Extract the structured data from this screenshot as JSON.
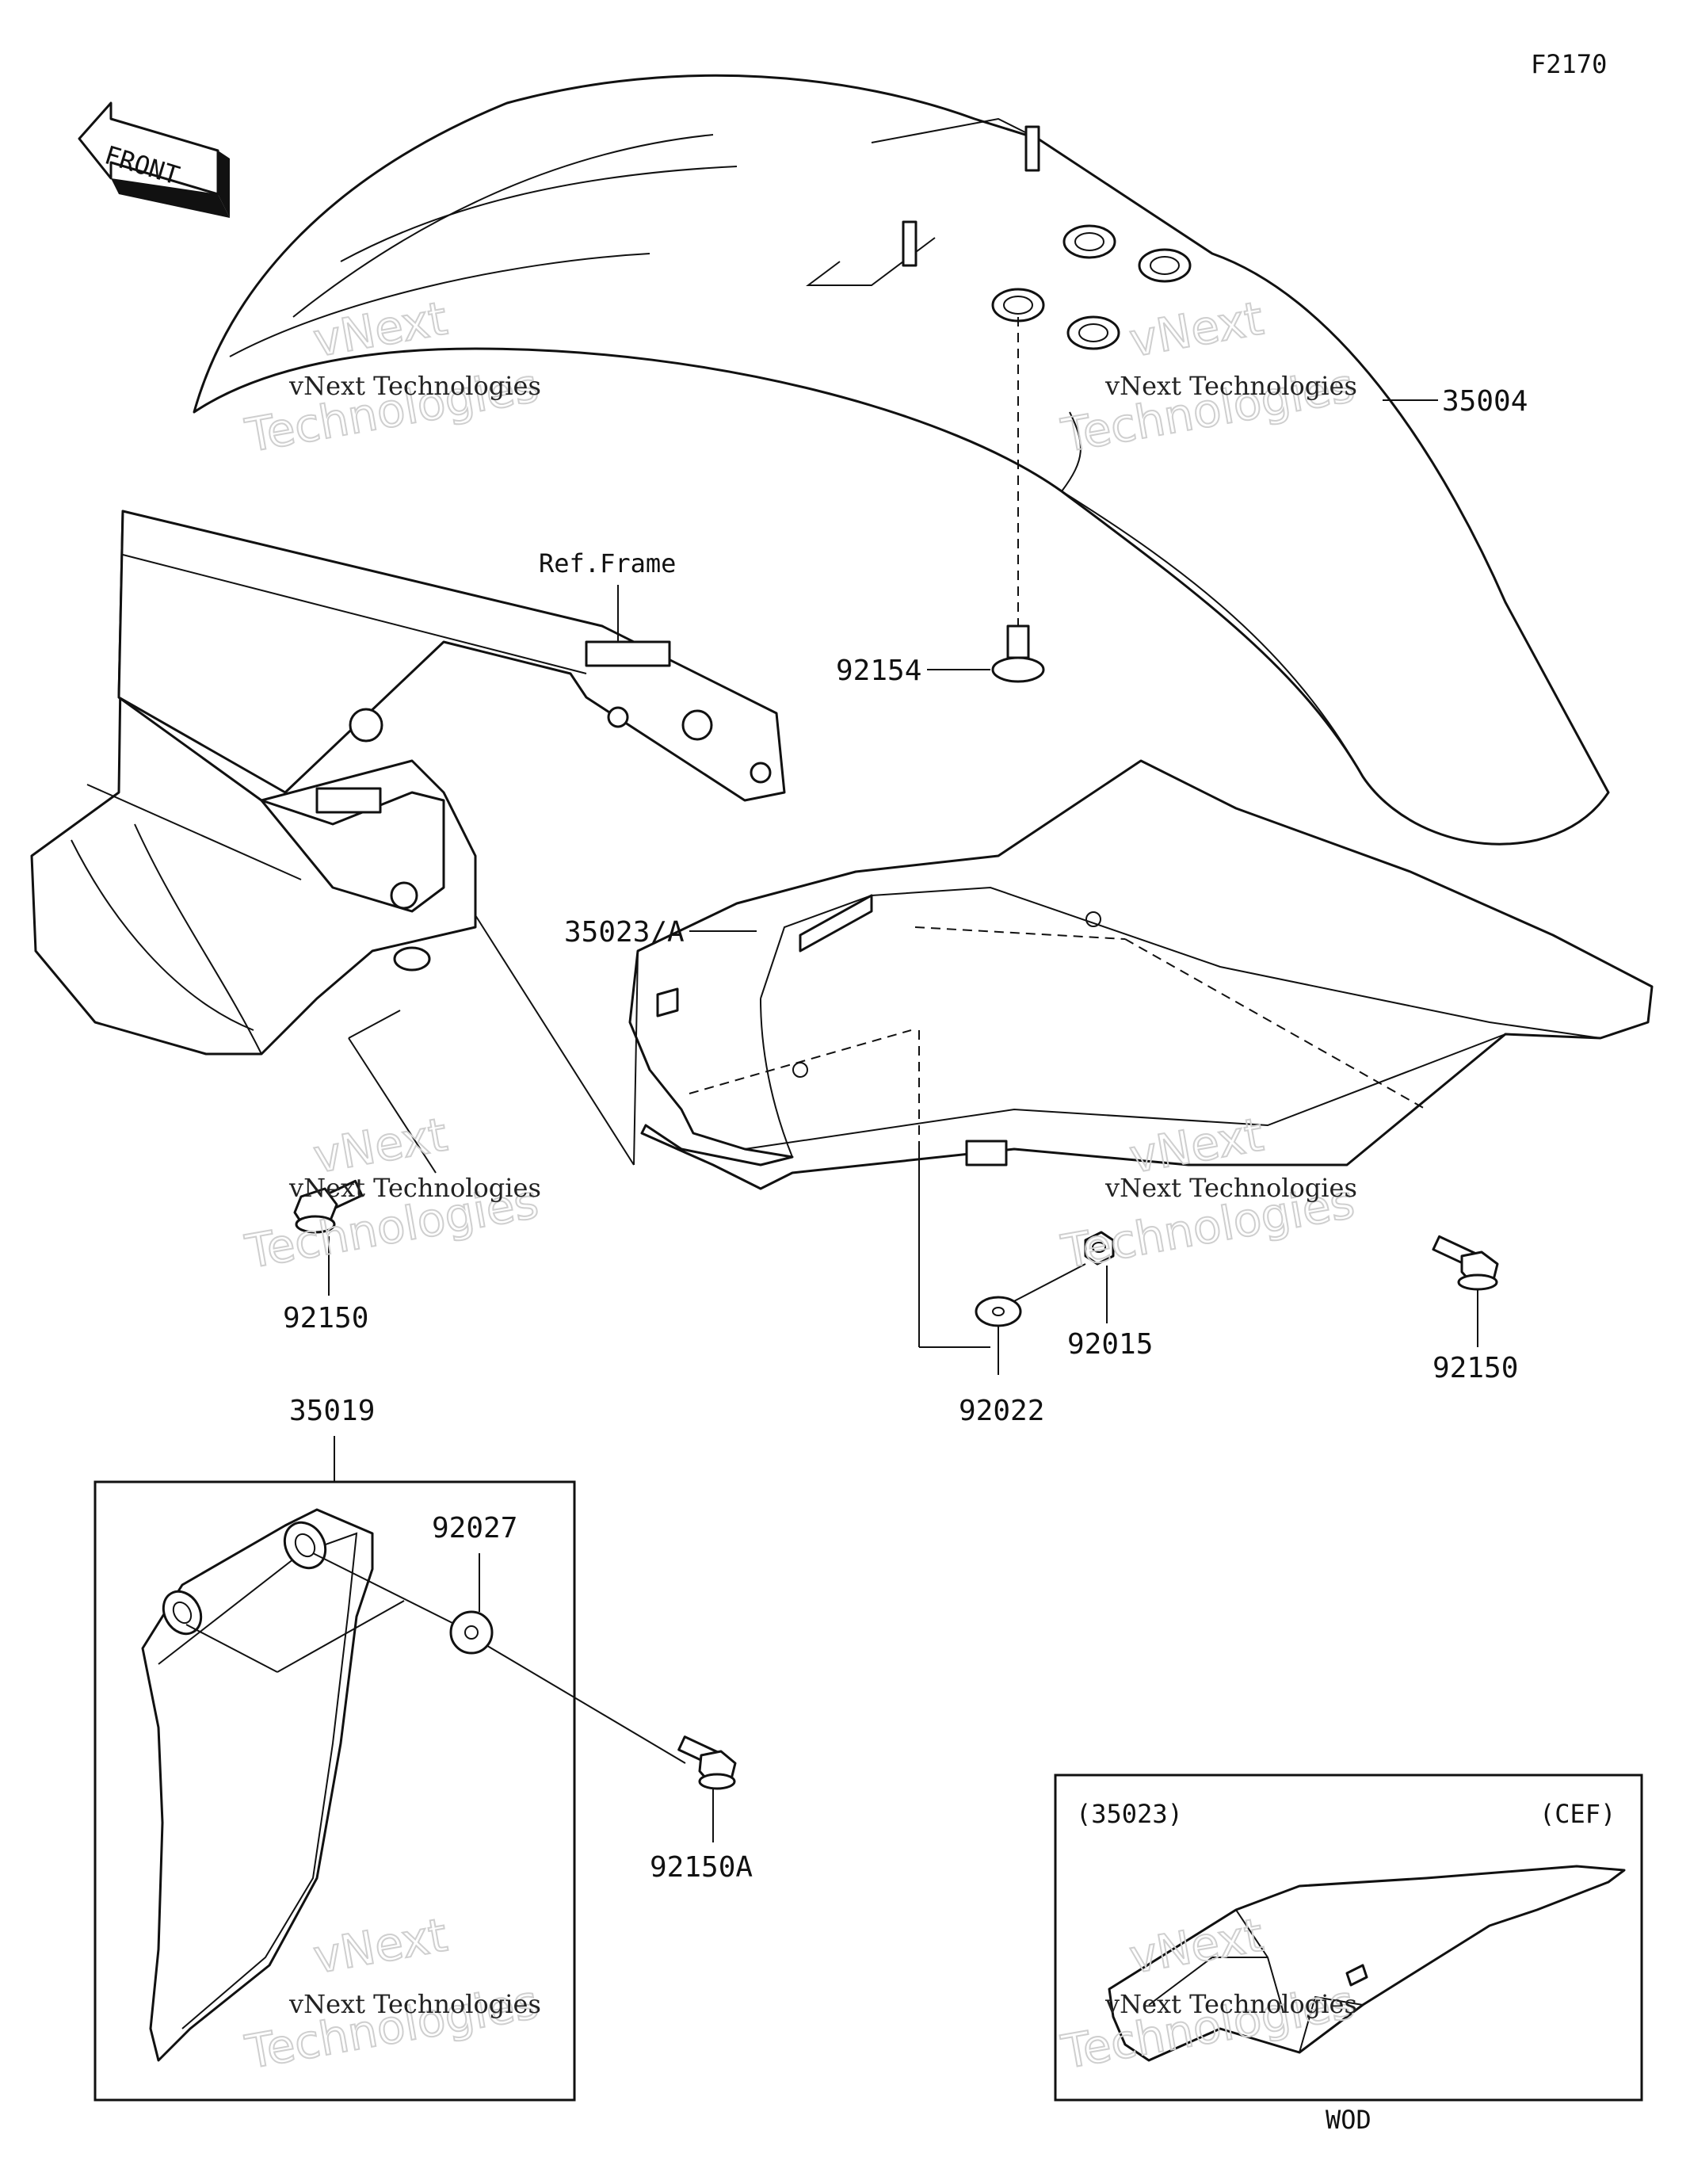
{
  "figure_code": "F2170",
  "front_label": "FRONT",
  "ref_label": "Ref.Frame",
  "parts": {
    "p35004": "35004",
    "p92154": "92154",
    "p35023A": "35023/A",
    "p92150_left": "92150",
    "p92150_right": "92150",
    "p92015": "92015",
    "p92022": "92022",
    "p35019": "35019",
    "p92027": "92027",
    "p92150A": "92150A"
  },
  "inset": {
    "left_label": "(35023)",
    "right_label": "(CEF)",
    "caption": "WOD"
  },
  "watermark": {
    "line1": "vNext Technologies",
    "line2": "Technologies",
    "line3": "vNext"
  }
}
